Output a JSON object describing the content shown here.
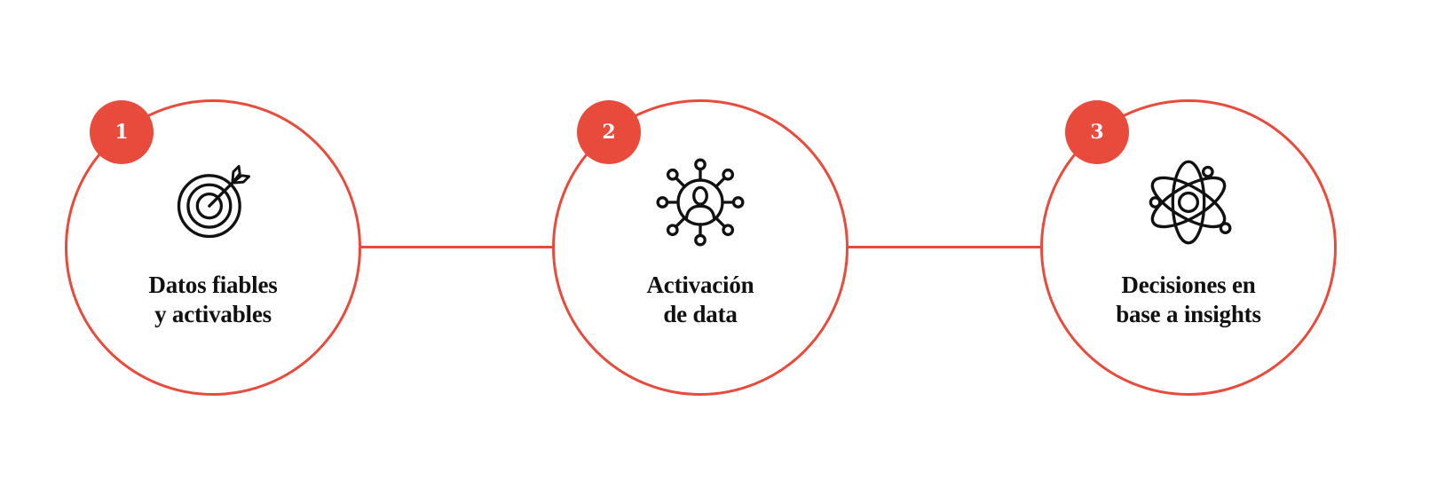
{
  "theme": {
    "accent": "#E84B3C",
    "text": "#111111",
    "background": "#FFFFFF"
  },
  "steps": [
    {
      "number": "1",
      "icon": "target-icon",
      "title_lines": [
        "Datos fiables",
        "y activables"
      ]
    },
    {
      "number": "2",
      "icon": "network-user-icon",
      "title_lines": [
        "Activación",
        "de data"
      ]
    },
    {
      "number": "3",
      "icon": "atom-icon",
      "title_lines": [
        "Decisiones en",
        "base a insights"
      ]
    }
  ]
}
